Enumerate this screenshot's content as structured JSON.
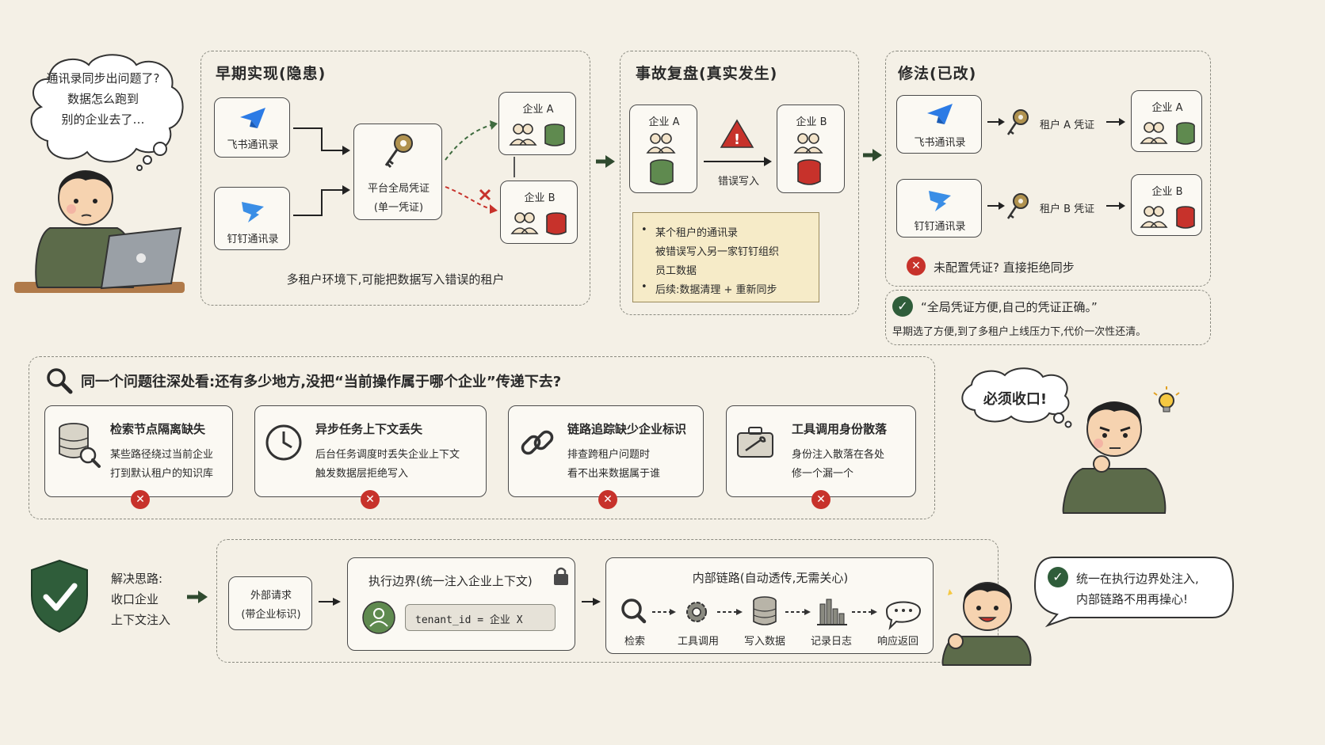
{
  "thought_top": {
    "line1": "通讯录同步出问题了?",
    "line2": "数据怎么跑到",
    "line3": "别的企业去了…"
  },
  "panel1": {
    "title": "早期实现(隐患)",
    "source1": "飞书通讯录",
    "source2": "钉钉通讯录",
    "cred_line1": "平台全局凭证",
    "cred_line2": "(单一凭证)",
    "ent_a": "企业 A",
    "ent_b": "企业 B",
    "caption": "多租户环境下,可能把数据写入错误的租户"
  },
  "panel2": {
    "title": "事故复盘(真实发生)",
    "ent_a": "企业 A",
    "ent_b": "企业 B",
    "arrow_label": "错误写入",
    "note1_line1": "某个租户的通讯录",
    "note1_line2": "被错误写入另一家钉钉组织",
    "note1_line3": "员工数据",
    "note2": "后续:数据清理 + 重新同步"
  },
  "panel3": {
    "title": "修法(已改)",
    "source1": "飞书通讯录",
    "source2": "钉钉通讯录",
    "cred_a": "租户 A 凭证",
    "cred_b": "租户 B 凭证",
    "ent_a": "企业 A",
    "ent_b": "企业 B",
    "reject": "未配置凭证? 直接拒绝同步"
  },
  "quote": {
    "line1": "“全局凭证方便,自己的凭证正确。”",
    "line2": "早期选了方便,到了多租户上线压力下,代价一次性还清。"
  },
  "deep": {
    "heading": "同一个问题往深处看:还有多少地方,没把“当前操作属于哪个企业”传递下去?",
    "items": [
      {
        "title": "检索节点隔离缺失",
        "line1": "某些路径绕过当前企业",
        "line2": "打到默认租户的知识库"
      },
      {
        "title": "异步任务上下文丢失",
        "line1": "后台任务调度时丢失企业上下文",
        "line2": "触发数据层拒绝写入"
      },
      {
        "title": "链路追踪缺少企业标识",
        "line1": "排查跨租户问题时",
        "line2": "看不出来数据属于谁"
      },
      {
        "title": "工具调用身份散落",
        "line1": "身份注入散落在各处",
        "line2": "修一个漏一个"
      }
    ]
  },
  "thought_right": "必须收口!",
  "solution": {
    "label_line1": "解决思路:",
    "label_line2": "收口企业",
    "label_line3": "上下文注入",
    "ext_line1": "外部请求",
    "ext_line2": "(带企业标识)",
    "boundary_title": "执行边界(统一注入企业上下文)",
    "tenant": "tenant_id = 企业 X",
    "internal_title": "内部链路(自动透传,无需关心)",
    "steps": [
      "检索",
      "工具调用",
      "写入数据",
      "记录日志",
      "响应返回"
    ]
  },
  "final_bubble": {
    "line1": "统一在执行边界处注入,",
    "line2": "内部链路不用再操心!"
  },
  "colors": {
    "accent_green": "#2f5d3a",
    "db_green": "#5f8a4f",
    "db_red": "#c7322b",
    "feishu_blue": "#2c7be5",
    "bg": "#f4f0e6"
  }
}
